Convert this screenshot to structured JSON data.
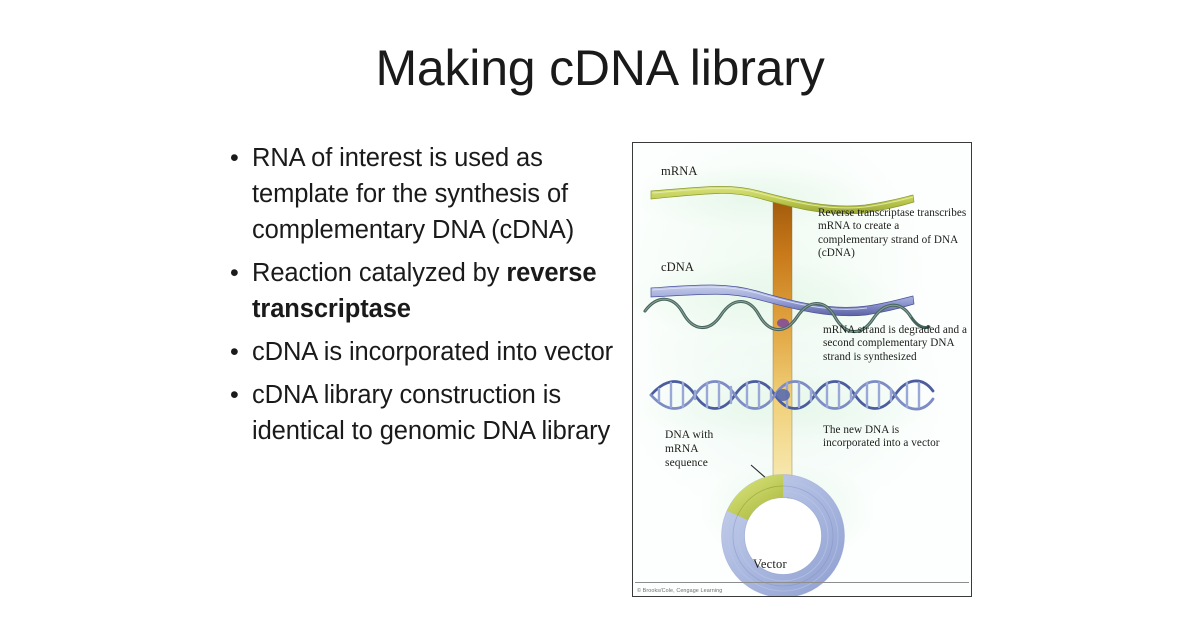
{
  "slide": {
    "title": "Making cDNA library",
    "bullet_marker": "•",
    "bullets": [
      {
        "id": "bullet-rna-template",
        "text": "RNA of interest is used as template for the synthesis of complementary DNA (cDNA)",
        "bold_part": ""
      },
      {
        "id": "bullet-reaction-catalyzed",
        "text": "Reaction catalyzed by ",
        "bold_part": "reverse transcriptase"
      },
      {
        "id": "bullet-cdna-vector",
        "text": "cDNA is incorporated into vector",
        "bold_part": ""
      },
      {
        "id": "bullet-library-construction",
        "text": " cDNA library construction is identical to genomic DNA library",
        "bold_part": ""
      }
    ]
  },
  "figure": {
    "labels": {
      "mrna": "mRNA",
      "cdna": "cDNA",
      "dna_with_mrna_sequence": "DNA with mRNA sequence",
      "vector": "Vector"
    },
    "annotations": {
      "step1": "Reverse transcriptase transcribes mRNA to create a complementary strand of DNA (cDNA)",
      "step2": "mRNA strand is degraded and a second complementary DNA strand is synthesized",
      "step3": "The new DNA is incorporated into a vector"
    },
    "credit": "© Brooks/Cole, Cengage Learning",
    "colors": {
      "mrna_strand": "#c2cf52",
      "mrna_strand_dark": "#9aa63a",
      "cdna_ribbon": "#9fa8de",
      "cdna_ribbon_dark": "#5c63a8",
      "wavy_strand": "#4a6b63",
      "helix_blue": "#8f9fd4",
      "helix_blue_dark": "#4c5d9e",
      "arrow_top": "#b4660f",
      "arrow_bottom": "#f6e5a8",
      "vector_ring": "#aebbe0",
      "vector_insert": "#c2cf52",
      "panel_border": "#3a3a3a",
      "panel_bg": "#fbfffd"
    }
  }
}
